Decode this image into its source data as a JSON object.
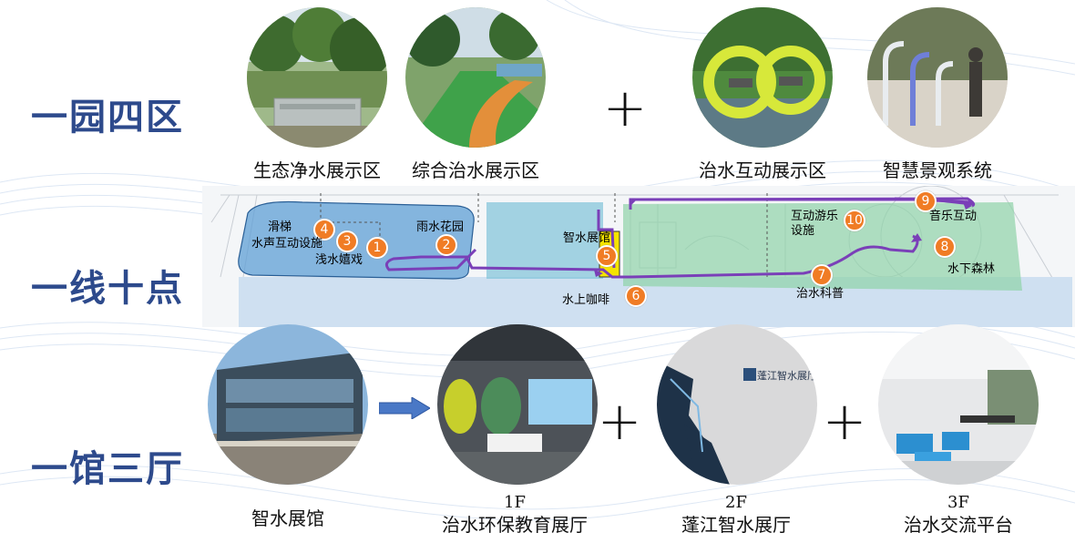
{
  "sections": {
    "park": "一园四区",
    "route": "一线十点",
    "hall": "一馆三厅"
  },
  "row1": {
    "items": [
      {
        "caption": "生态净水展示区",
        "icon": "wetland-photo"
      },
      {
        "caption": "综合治水展示区",
        "icon": "garden-path-photo"
      },
      {
        "caption": "治水互动展示区",
        "icon": "interactive-wheels-photo"
      },
      {
        "caption": "智慧景观系统",
        "icon": "smart-arches-photo"
      }
    ],
    "plus": "+"
  },
  "map": {
    "points": [
      {
        "num": "1",
        "label": "浅水嬉戏"
      },
      {
        "num": "2",
        "label": "雨水花园"
      },
      {
        "num": "3",
        "label": "水声互动设施"
      },
      {
        "num": "4",
        "label": "滑梯"
      },
      {
        "num": "5",
        "label": "智水展馆"
      },
      {
        "num": "6",
        "label": "水上咖啡"
      },
      {
        "num": "7",
        "label": "治水科普"
      },
      {
        "num": "8",
        "label": "水下森林"
      },
      {
        "num": "9",
        "label": "音乐互动"
      },
      {
        "num": "10",
        "label": "互动游乐设施"
      }
    ],
    "colors": {
      "zone_blue": "#5f9fd6",
      "zone_green": "#8fd3a8",
      "route": "#7a3fb8",
      "point": "#f07c25",
      "highlight": "#f5e400"
    }
  },
  "row3": {
    "items": [
      {
        "floor": "",
        "caption": "智水展馆",
        "icon": "pavilion-building-photo"
      },
      {
        "floor": "1F",
        "caption": "治水环保教育展厅",
        "icon": "education-hall-photo"
      },
      {
        "floor": "2F",
        "caption": "蓬江智水展厅",
        "icon": "smart-water-hall-photo",
        "sign": "蓬江智水展厅"
      },
      {
        "floor": "3F",
        "caption": "治水交流平台",
        "icon": "exchange-platform-photo"
      }
    ],
    "plus": "+"
  }
}
